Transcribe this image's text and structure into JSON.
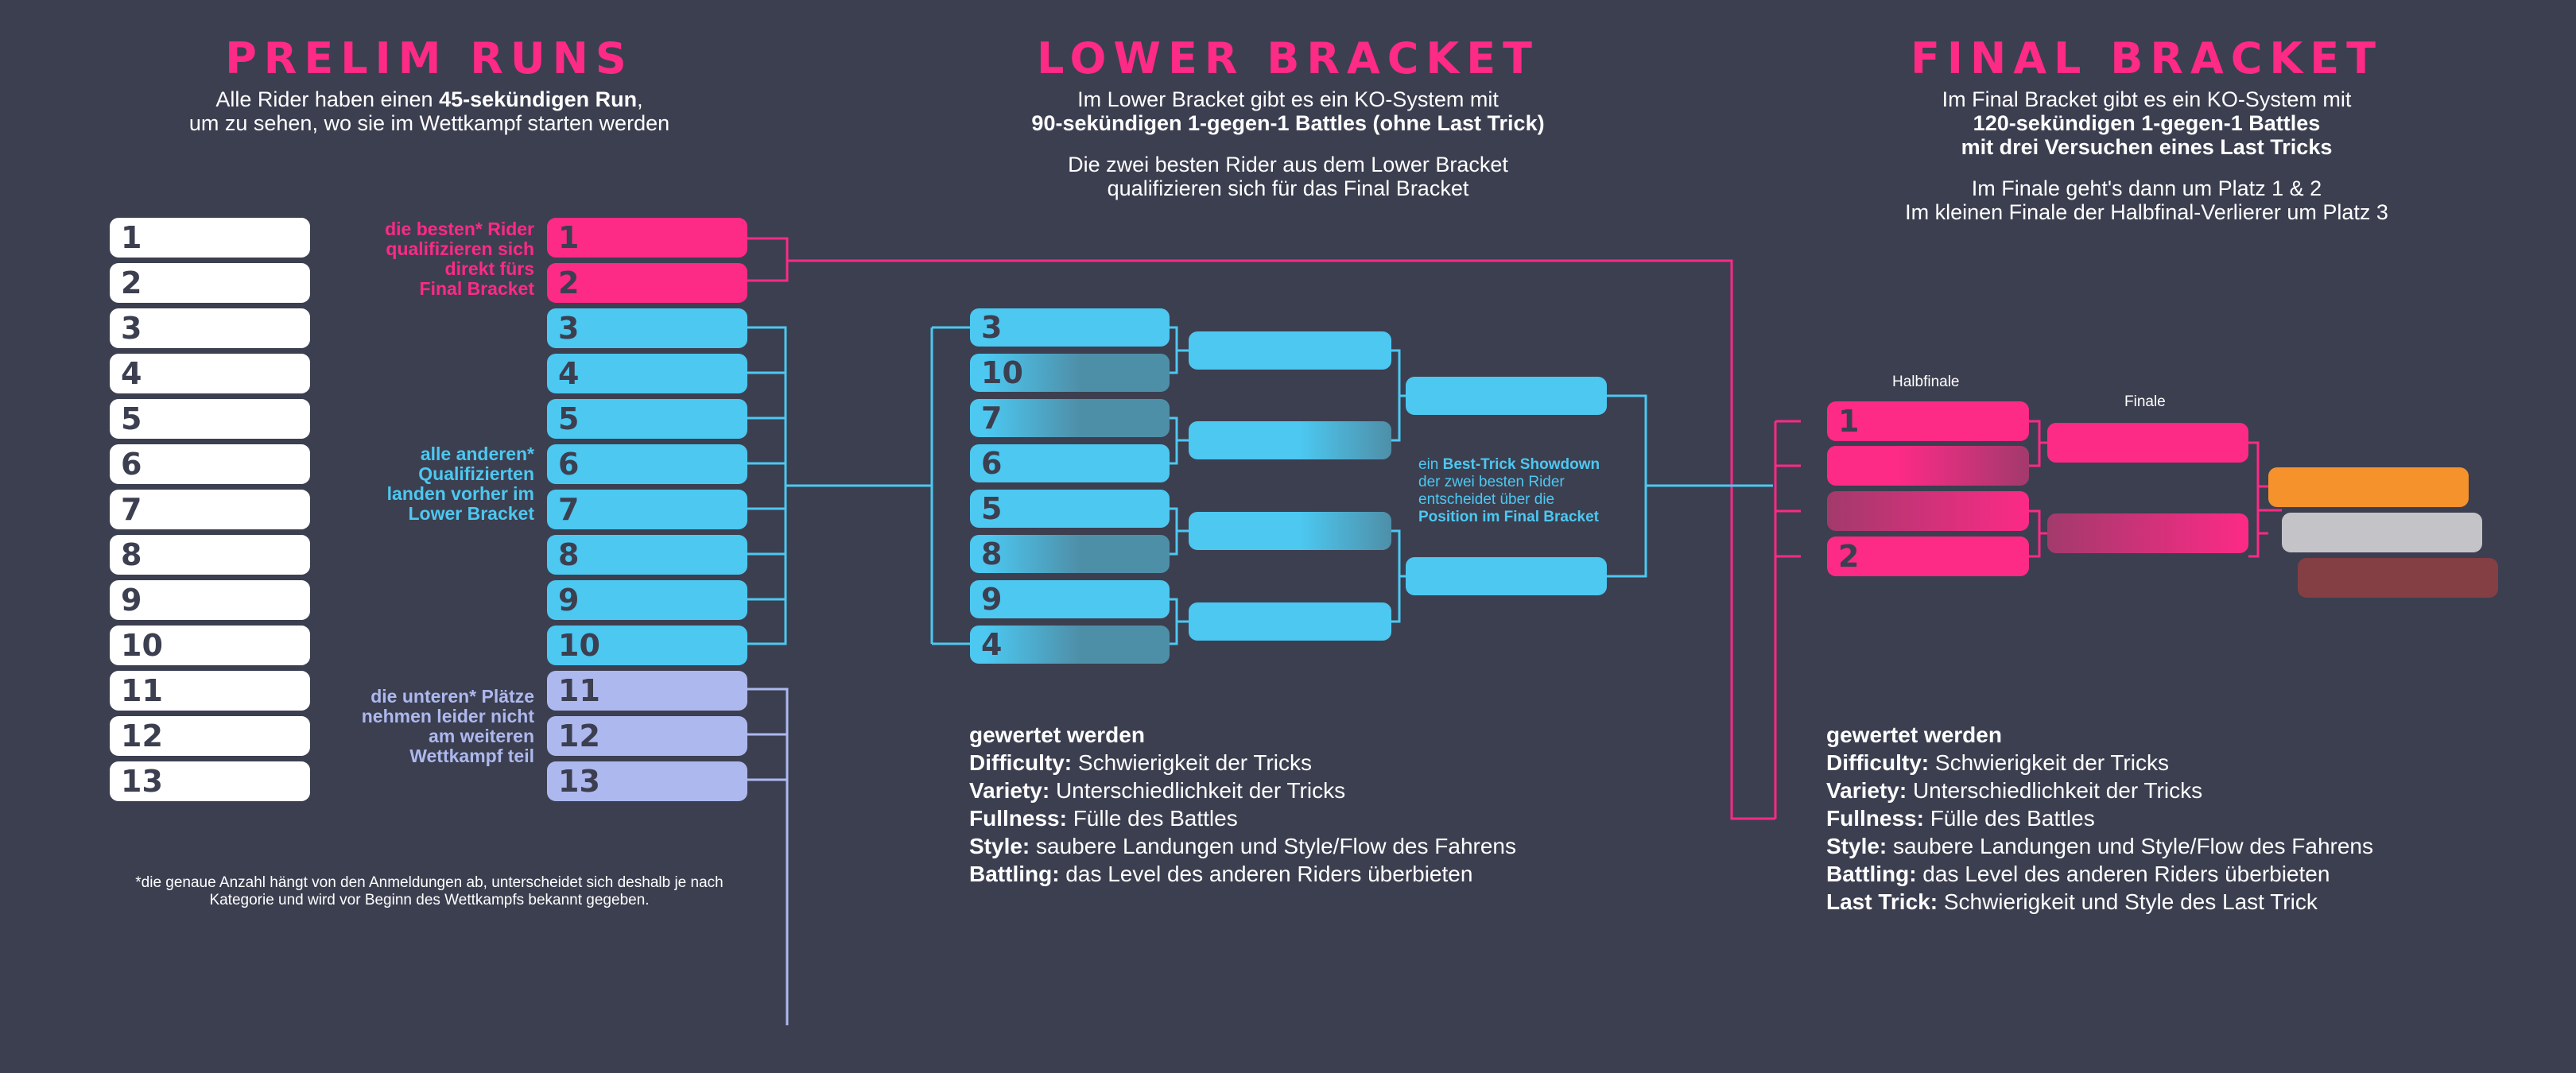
{
  "prelim": {
    "title": "PRELIM RUNS",
    "desc_line1_a": "Alle Rider haben einen ",
    "desc_line1_b": "45-sekündigen Run",
    "desc_line1_c": ",",
    "desc_line2": "um zu sehen, wo sie im Wettkampf starten werden",
    "rank_list": [
      "1",
      "2",
      "3",
      "4",
      "5",
      "6",
      "7",
      "8",
      "9",
      "10",
      "11",
      "12",
      "13"
    ],
    "qualified_list": [
      "1",
      "2",
      "3",
      "4",
      "5",
      "6",
      "7",
      "8",
      "9",
      "10",
      "11",
      "12",
      "13"
    ],
    "label_best": [
      "die besten* Rider",
      "qualifizieren sich",
      "direkt fürs",
      "Final Bracket"
    ],
    "label_others": [
      "alle anderen*",
      "Qualifizierten",
      "landen vorher im",
      "Lower Bracket"
    ],
    "label_lower": [
      "die unteren* Plätze",
      "nehmen leider nicht",
      "am weiteren",
      "Wettkampf teil"
    ],
    "footnote": [
      "*die genaue Anzahl hängt von den Anmeldungen ab, unterscheidet sich deshalb je nach",
      "Kategorie und wird vor Beginn des Wettkampfs bekannt gegeben."
    ]
  },
  "lower": {
    "title": "LOWER BRACKET",
    "desc_line1": "Im Lower Bracket gibt es ein KO-System mit",
    "desc_line2": "90-sekündigen 1-gegen-1 Battles (ohne Last Trick)",
    "desc_line3": "Die zwei besten Rider aus dem Lower Bracket",
    "desc_line4": "qualifizieren sich für das Final Bracket",
    "seeds": [
      "3",
      "10",
      "7",
      "6",
      "5",
      "8",
      "9",
      "4"
    ],
    "showdown": {
      "a": "ein ",
      "b": "Best-Trick Showdown",
      "line2": "der zwei besten Rider",
      "line3": "entscheidet über die",
      "line4": "Position im Final Bracket"
    },
    "criteria_title": "gewertet werden",
    "criteria": [
      {
        "k": "Difficulty:",
        "v": " Schwierigkeit der Tricks"
      },
      {
        "k": "Variety:",
        "v": " Unterschiedlichkeit der Tricks"
      },
      {
        "k": "Fullness:",
        "v": " Fülle des Battles"
      },
      {
        "k": "Style:",
        "v": " saubere Landungen und Style/Flow des Fahrens"
      },
      {
        "k": "Battling:",
        "v": " das Level des anderen Riders überbieten"
      }
    ]
  },
  "final": {
    "title": "FINAL BRACKET",
    "desc_line1": "Im Final Bracket gibt es ein KO-System mit",
    "desc_line2": "120-sekündigen 1-gegen-1 Battles",
    "desc_line3": "mit drei Versuchen eines Last Tricks",
    "desc_line4": "Im Finale geht's dann um Platz 1 & 2",
    "desc_line5": "Im kleinen Finale der Halbfinal-Verlierer um Platz 3",
    "halbfinale_label": "Halbfinale",
    "finale_label": "Finale",
    "seed_top": "1",
    "seed_bottom": "2",
    "criteria_title": "gewertet werden",
    "criteria": [
      {
        "k": "Difficulty:",
        "v": " Schwierigkeit der Tricks"
      },
      {
        "k": "Variety:",
        "v": " Unterschiedlichkeit der Tricks"
      },
      {
        "k": "Fullness:",
        "v": " Fülle des Battles"
      },
      {
        "k": "Style:",
        "v": " saubere Landungen und Style/Flow des Fahrens"
      },
      {
        "k": "Battling:",
        "v": " das Level des anderen Riders überbieten"
      },
      {
        "k": "Last Trick:",
        "v": " Schwierigkeit und Style des Last Trick"
      }
    ]
  },
  "colors": {
    "background": "#3c3f50",
    "pink": "#fd2a86",
    "cyan": "#4cc8f1",
    "lavender": "#adb8ee",
    "gold": "#f5922b",
    "silver": "#c4c4c8",
    "bronze": "#843f45"
  }
}
